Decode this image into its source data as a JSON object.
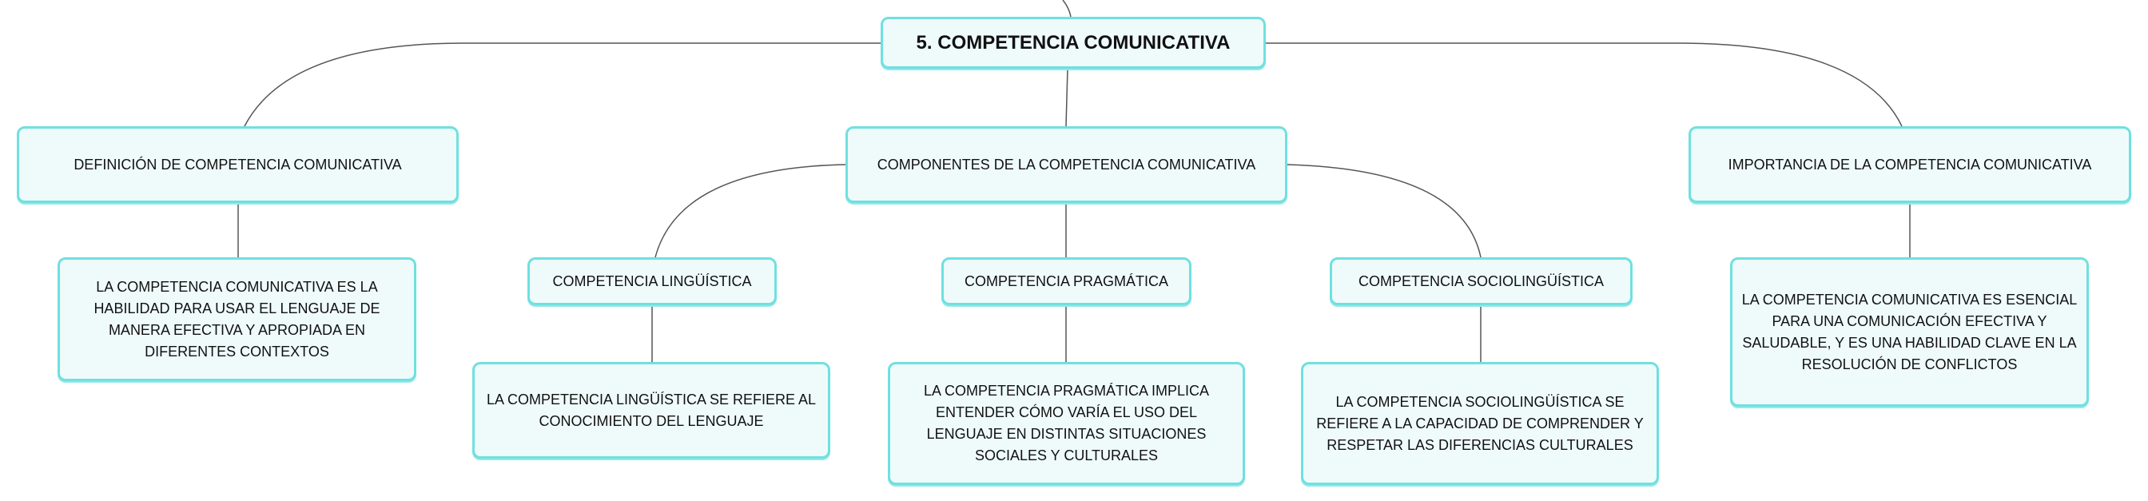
{
  "root": "5. COMPETENCIA COMUNICATIVA",
  "branches": {
    "definition": {
      "title": "DEFINICIÓN DE COMPETENCIA COMUNICATIVA",
      "text": "LA COMPETENCIA COMUNICATIVA ES LA HABILIDAD PARA USAR EL LENGUAJE DE MANERA EFECTIVA Y APROPIADA EN DIFERENTES CONTEXTOS"
    },
    "components": {
      "title": "COMPONENTES DE LA COMPETENCIA COMUNICATIVA",
      "children": [
        {
          "title": "COMPETENCIA LINGÜÍSTICA",
          "text": "LA COMPETENCIA LINGÜÍSTICA SE REFIERE AL CONOCIMIENTO DEL LENGUAJE"
        },
        {
          "title": "COMPETENCIA PRAGMÁTICA",
          "text": "LA COMPETENCIA PRAGMÁTICA IMPLICA ENTENDER CÓMO VARÍA EL USO DEL LENGUAJE EN DISTINTAS SITUACIONES SOCIALES Y CULTURALES"
        },
        {
          "title": "COMPETENCIA SOCIOLINGÜÍSTICA",
          "text": "LA COMPETENCIA SOCIOLINGÜÍSTICA SE REFIERE A LA CAPACIDAD DE COMPRENDER Y RESPETAR LAS DIFERENCIAS CULTURALES"
        }
      ]
    },
    "importance": {
      "title": "IMPORTANCIA DE LA COMPETENCIA COMUNICATIVA",
      "text": "LA COMPETENCIA COMUNICATIVA ES ESENCIAL PARA UNA COMUNICACIÓN EFECTIVA Y SALUDABLE, Y ES UNA HABILIDAD CLAVE EN LA RESOLUCIÓN DE CONFLICTOS"
    }
  },
  "colors": {
    "node_border": "#6fe0e0",
    "node_fill": "#effbfb",
    "link": "#555555"
  }
}
